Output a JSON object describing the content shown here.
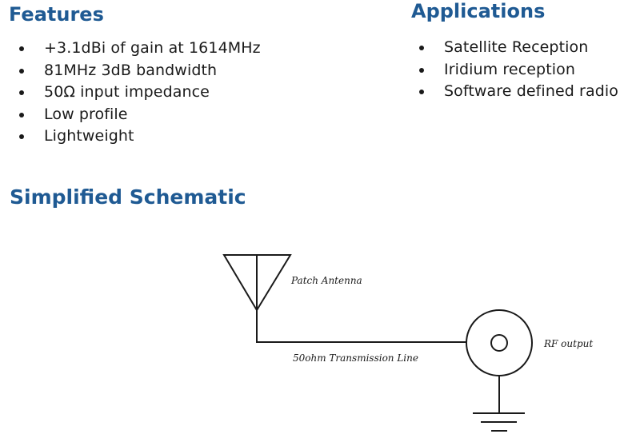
{
  "features": {
    "heading": "Features",
    "items": [
      "+3.1dBi of gain at 1614MHz",
      "81MHz 3dB bandwidth",
      "50Ω input impedance",
      "Low profile",
      "Lightweight"
    ]
  },
  "applications": {
    "heading": "Applications",
    "items": [
      "Satellite Reception",
      "Iridium reception",
      "Software defined radio"
    ]
  },
  "schematic": {
    "heading": "Simplified Schematic",
    "labels": {
      "antenna": "Patch Antenna",
      "line": "50ohm Transmission Line",
      "output": "RF output"
    }
  },
  "colors": {
    "heading": "#1f5a93",
    "text": "#1a1a1a"
  }
}
